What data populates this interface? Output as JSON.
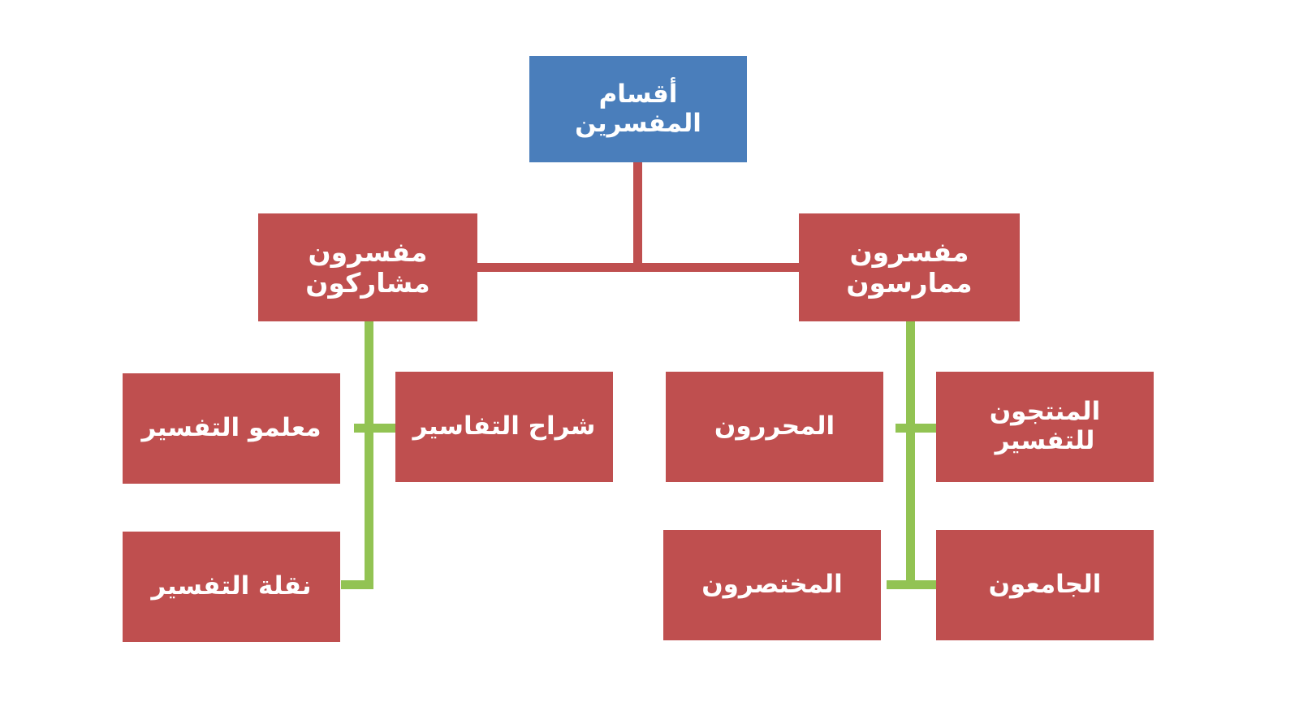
{
  "diagram": {
    "title": "أقسام المفسرين",
    "direction": "rtl",
    "background_color": "#FFFFFF",
    "colors": {
      "root_box": "#4A7EBB",
      "branch_box": "#BF4F4F",
      "leaf_box": "#BF4F4F",
      "root_connector": "#BF4F4F",
      "branch_connector": "#92C353",
      "text": "#FFFFFF"
    },
    "root": {
      "label": "أقسام المفسرين"
    },
    "branches": [
      {
        "id": "participating",
        "label": "مفسرون مشاركون",
        "side": "left",
        "children": [
          {
            "id": "tafsir-teachers",
            "label": "معلمو التفسير"
          },
          {
            "id": "tafsir-explainers",
            "label": "شراح التفاسير"
          },
          {
            "id": "tafsir-transmitters",
            "label": "نقلة التفسير"
          }
        ]
      },
      {
        "id": "practicing",
        "label": "مفسرون ممارسون",
        "side": "right",
        "children": [
          {
            "id": "editors",
            "label": "المحررون"
          },
          {
            "id": "producers",
            "label": "المنتجون للتفسير"
          },
          {
            "id": "abridgers",
            "label": "المختصرون"
          },
          {
            "id": "compilers",
            "label": "الجامعون"
          }
        ]
      }
    ]
  }
}
